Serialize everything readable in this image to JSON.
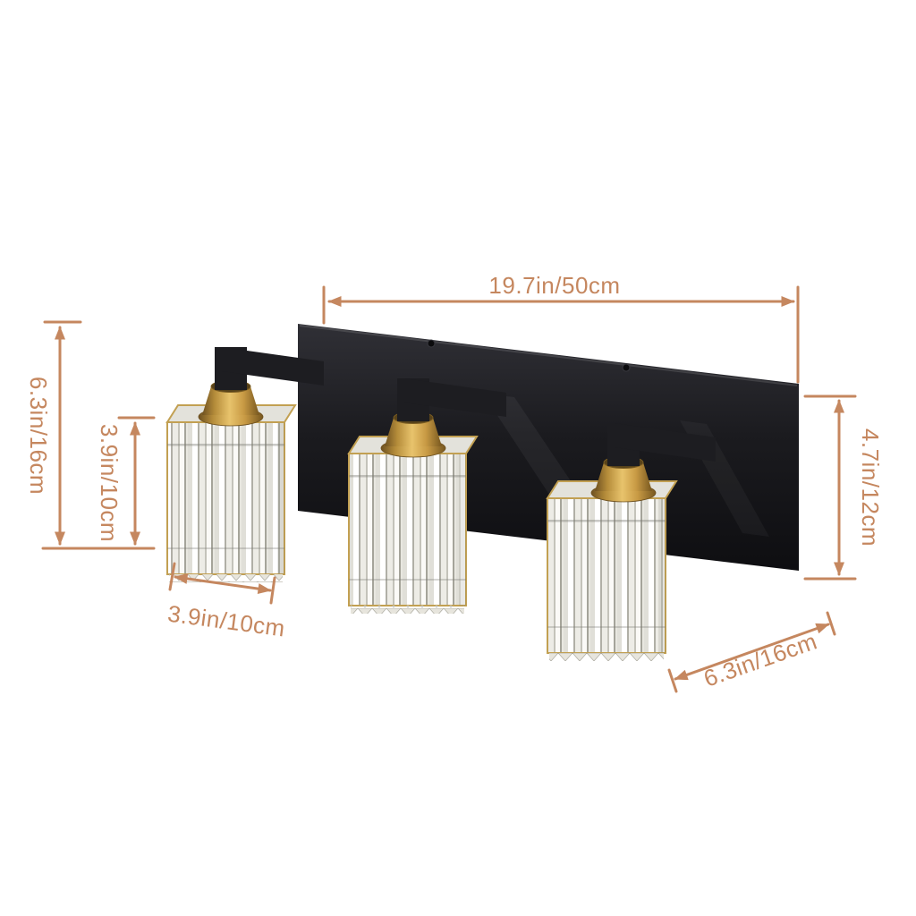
{
  "diagram": {
    "type": "product-dimension-diagram",
    "background": "#ffffff",
    "annotation_color": "#c5875f",
    "fixture": {
      "light_count": 3,
      "finish_black": "#1d1d21",
      "finish_brass": "#c79a45",
      "shade_style": "clear-crystal-cube"
    },
    "dimensions": {
      "top_width": {
        "label": "19.7in/50cm"
      },
      "left_total_height": {
        "label": "6.3in/16cm"
      },
      "left_shade_height": {
        "label": "3.9in/10cm"
      },
      "right_backplate_height": {
        "label": "4.7in/12cm"
      },
      "bottom_left_shade_width": {
        "label": "3.9in/10cm"
      },
      "bottom_right_depth": {
        "label": "6.3in/16cm"
      }
    }
  }
}
